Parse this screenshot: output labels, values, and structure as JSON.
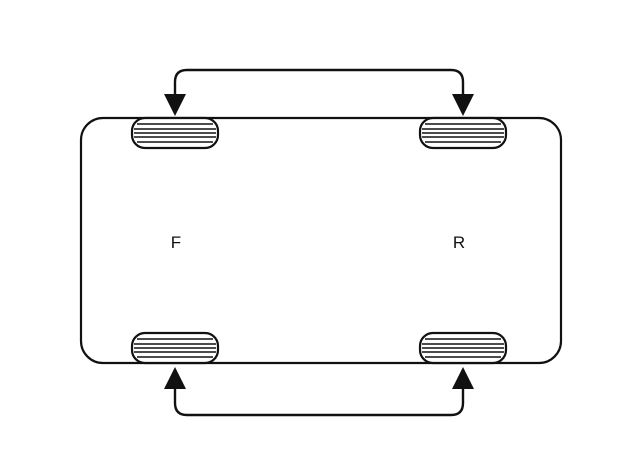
{
  "diagram": {
    "labels": {
      "front": "F",
      "rear": "R"
    },
    "colors": {
      "line": "#111111",
      "background": "#ffffff"
    },
    "tires": [
      {
        "id": "front-left",
        "axle": "front",
        "side": "top"
      },
      {
        "id": "rear-left",
        "axle": "rear",
        "side": "top"
      },
      {
        "id": "front-right",
        "axle": "front",
        "side": "bottom"
      },
      {
        "id": "rear-right",
        "axle": "rear",
        "side": "bottom"
      }
    ],
    "rotation_arrows": [
      {
        "id": "top-swap",
        "between": [
          "front-left",
          "rear-left"
        ],
        "bidirectional": true
      },
      {
        "id": "bottom-swap",
        "between": [
          "front-right",
          "rear-right"
        ],
        "bidirectional": true
      }
    ]
  }
}
